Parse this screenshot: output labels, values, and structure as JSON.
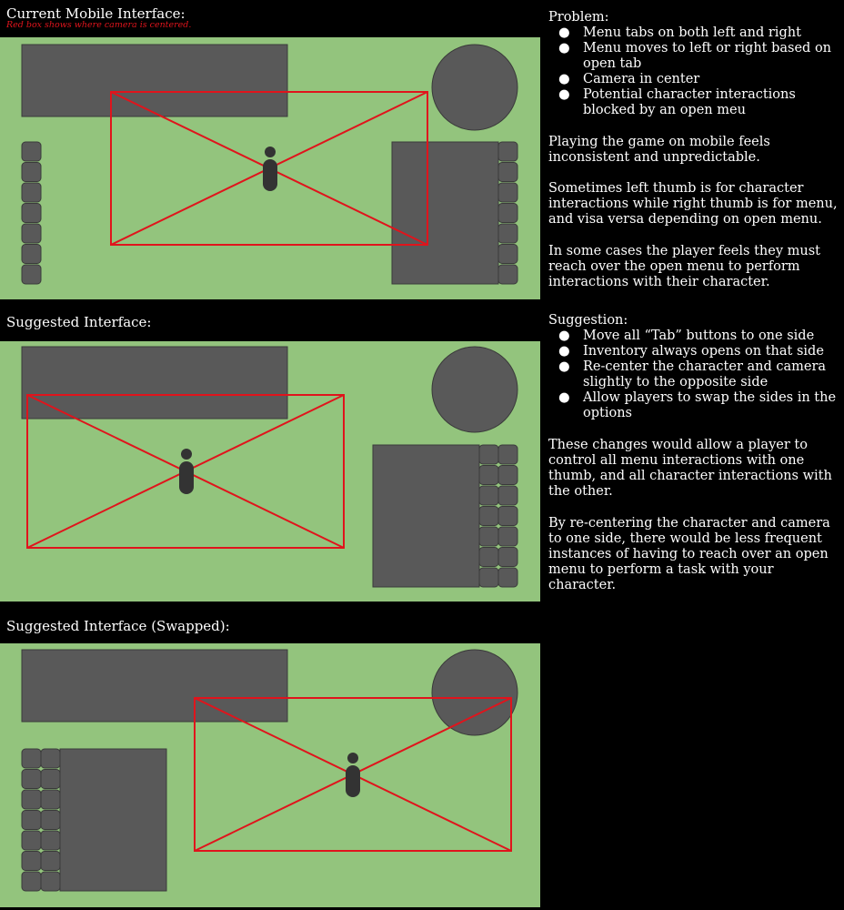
{
  "sections": [
    {
      "heading": "Current Mobile Interface:",
      "note": "Red box shows where camera is centered."
    },
    {
      "heading": "Suggested Interface:"
    },
    {
      "heading": "Suggested Interface (Swapped):"
    }
  ],
  "problem": {
    "title": "Problem:",
    "bullets": [
      "Menu tabs on both left and right",
      "Menu moves to left or right based on open tab",
      "Camera in center",
      "Potential character interactions blocked by an open meu"
    ],
    "paragraphs": [
      "Playing the game on mobile feels inconsistent and unpredictable.",
      "Sometimes left thumb is for character interactions while right thumb is for menu, and visa versa depending on open menu.",
      "In some cases the player feels they must reach over the open menu to perform interactions with their character."
    ]
  },
  "suggestion": {
    "title": "Suggestion:",
    "bullets": [
      "Move all “Tab” buttons to one side",
      "Inventory always opens on that side",
      "Re-center the character and camera slightly to the opposite side",
      "Allow players to swap the sides in the options"
    ],
    "paragraphs": [
      "These changes would allow a player to control all menu interactions with one thumb, and all character interactions with the other.",
      "By re-centering the character and camera to one side, there would be less frequent instances of having to reach over an open menu to perform a task with your character."
    ]
  },
  "bullet_glyph": "●",
  "colors": {
    "background": "#000000",
    "field": "#93c47d",
    "ui_block": "#595959",
    "ui_stroke": "#3a3a3a",
    "camera_box": "#e0141c",
    "character": "#333333"
  }
}
